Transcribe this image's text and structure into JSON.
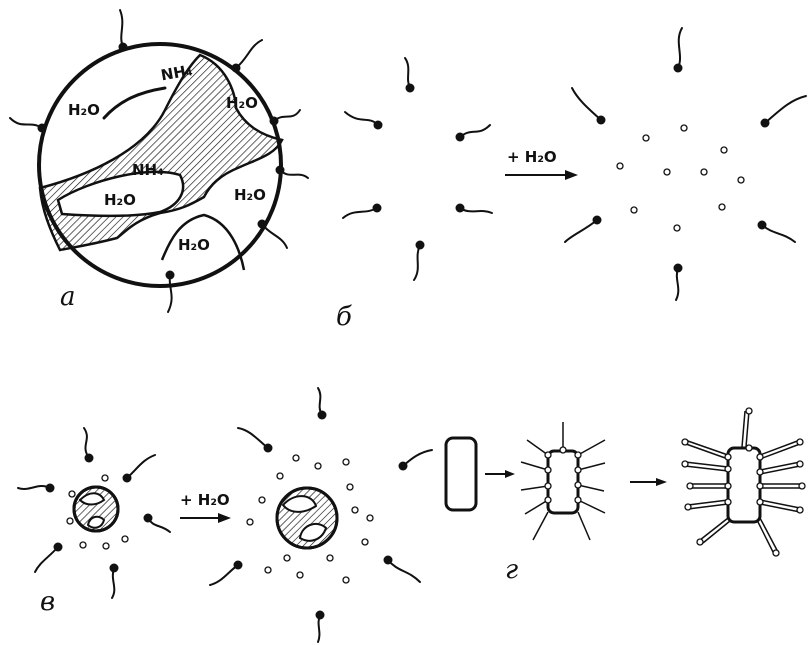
{
  "labels": {
    "nh4": "NH₄",
    "h2o": "H₂O",
    "plus_water": "+ H₂O"
  },
  "panels": {
    "a": "а",
    "b": "б",
    "v": "в",
    "g": "г"
  },
  "colors": {
    "ink": "#111111",
    "background": "#ffffff"
  }
}
